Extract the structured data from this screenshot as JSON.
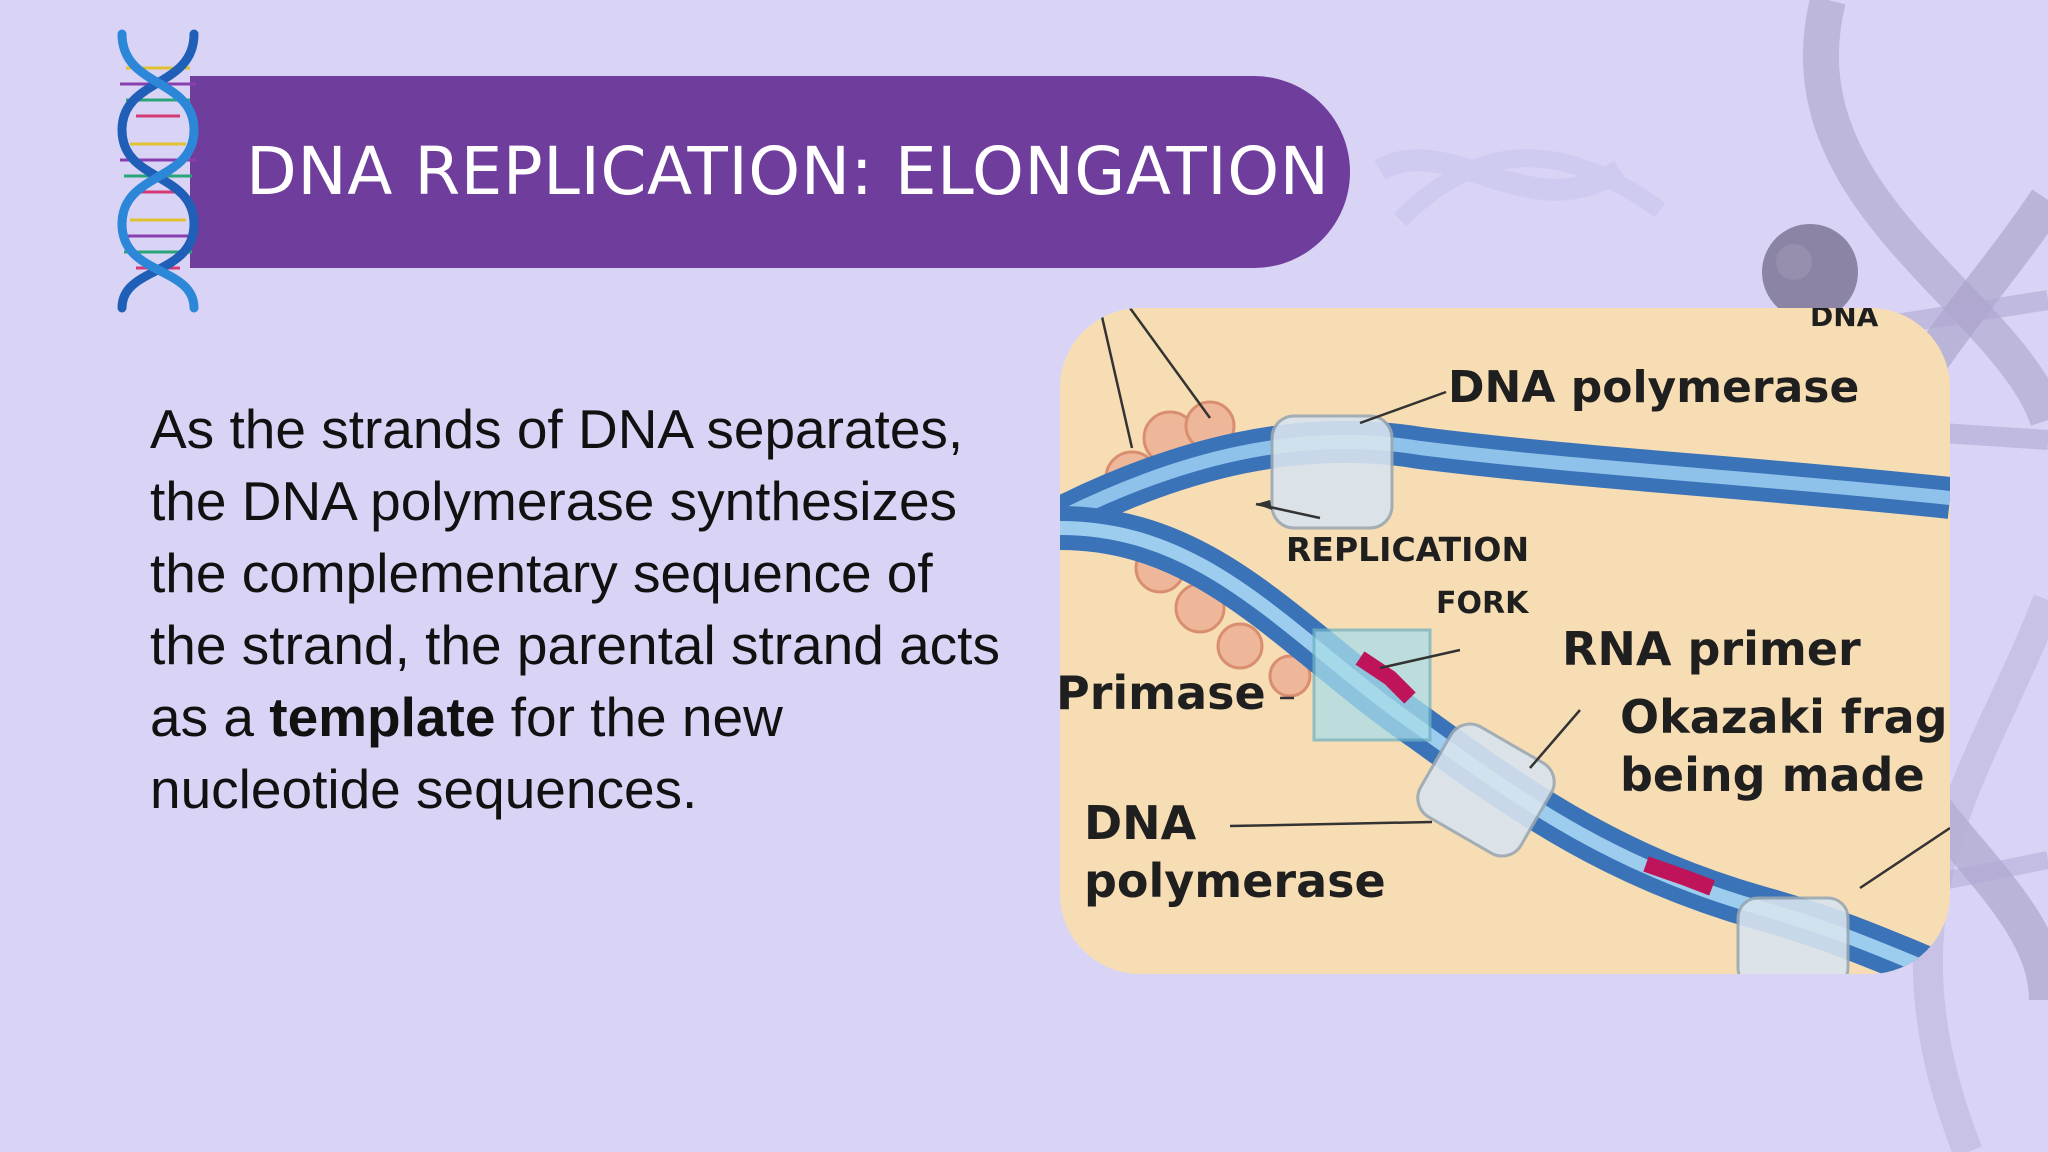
{
  "title": "DNA REPLICATION: ELONGATION",
  "body": {
    "before": "As the strands of DNA separates, the DNA polymerase synthesizes the complementary sequence of the strand, the parental strand acts as a ",
    "bold": "template",
    "after": " for the new nucleotide sequences."
  },
  "diagram": {
    "labels": {
      "dna_corner": "DNA",
      "dna_polymerase_top": "DNA polymerase",
      "replication": "REPLICATION",
      "fork": "FORK",
      "rna_primer": "RNA primer",
      "primase": "Primase",
      "okazaki_1": "Okazaki frag",
      "okazaki_2": "being made",
      "dna_bottom_1": "DNA",
      "dna_bottom_2": "polymerase"
    }
  },
  "colors": {
    "background": "#d9d4f6",
    "title_band": "#6f3d9c",
    "diagram_background": "#f7ddb4",
    "strand_blue": "#3a73b8",
    "rna_primer": "#c0145a"
  },
  "icons": {
    "title": "dna-helix-icon",
    "background": "dna-helix-illustration"
  }
}
